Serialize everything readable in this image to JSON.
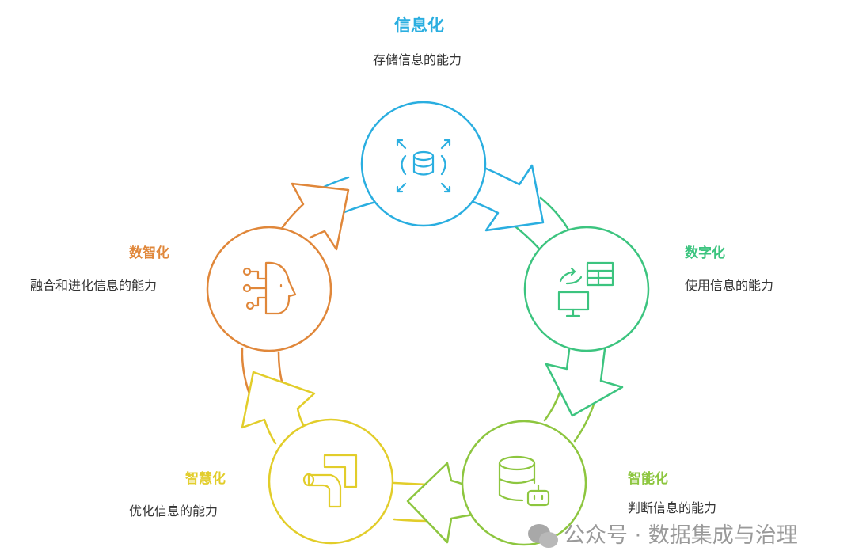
{
  "colors": {
    "blue": "#2aaee0",
    "green": "#3cc47f",
    "lime": "#8dc63f",
    "yellow": "#e2cd2a",
    "orange": "#e0873a"
  },
  "stages": [
    {
      "title": "信息化",
      "desc": "存储信息的能力",
      "icon": "database-expand-icon"
    },
    {
      "title": "数字化",
      "desc": "使用信息的能力",
      "icon": "table-monitor-icon"
    },
    {
      "title": "智能化",
      "desc": "判断信息的能力",
      "icon": "database-robot-icon"
    },
    {
      "title": "智慧化",
      "desc": "优化信息的能力",
      "icon": "route-icon"
    },
    {
      "title": "数智化",
      "desc": "融合和进化信息的能力",
      "icon": "ai-head-icon"
    }
  ],
  "watermark": "公众号 · 数据集成与治理"
}
